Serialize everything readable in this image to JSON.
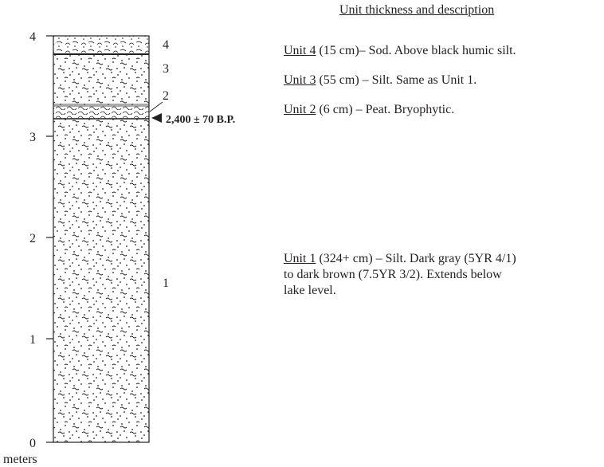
{
  "heading": "Unit thickness and description",
  "axis": {
    "unit_label": "meters",
    "ticks": [
      {
        "value": 0,
        "label": "0"
      },
      {
        "value": 1,
        "label": "1"
      },
      {
        "value": 2,
        "label": "2"
      },
      {
        "value": 3,
        "label": "3"
      },
      {
        "value": 4,
        "label": "4"
      }
    ]
  },
  "units": [
    {
      "num": "4",
      "name": "Unit 4",
      "thickness_cm": 15,
      "desc": " (15 cm)– Sod. Above black humic silt."
    },
    {
      "num": "3",
      "name": "Unit 3",
      "thickness_cm": 55,
      "desc": " (55 cm) – Silt. Same as Unit 1."
    },
    {
      "num": "2",
      "name": "Unit 2",
      "thickness_cm": 6,
      "desc": " (6 cm) – Peat. Bryophytic."
    },
    {
      "num": "1",
      "name": "Unit 1",
      "thickness_cm": 324,
      "desc_1": " (324+ cm) – Silt. Dark gray (5YR 4/1)",
      "desc_2": "to dark brown (7.5YR 3/2). Extends below",
      "desc_3": "lake level."
    }
  ],
  "date_marker": {
    "label": "2,400 ± 70  B.P.",
    "depth_m": 3.18
  }
}
